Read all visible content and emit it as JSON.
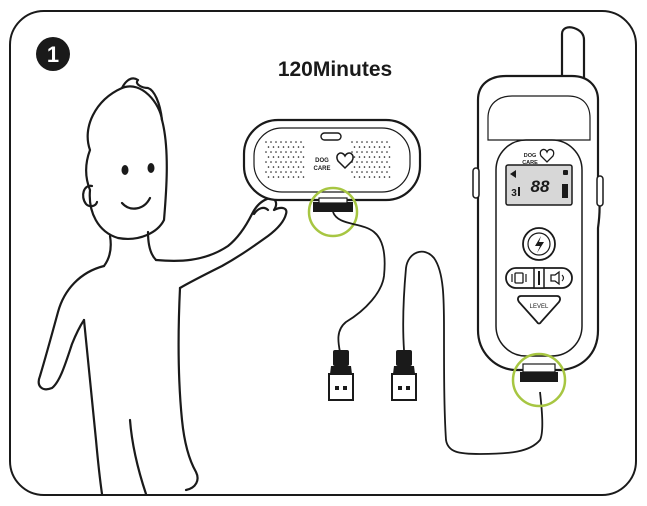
{
  "step": {
    "number": "1"
  },
  "title": "120Minutes",
  "collar": {
    "logo_line1": "DOG",
    "logo_line2": "CARE"
  },
  "remote": {
    "logo_line1": "DOG",
    "logo_line2": "CARE",
    "display_digits": "88",
    "display_channel": "3",
    "level_label": "LEVEL"
  },
  "colors": {
    "outline": "#1a1a1a",
    "highlight": "#a7c642",
    "screen": "#d7d7d7",
    "background": "#ffffff"
  },
  "icons": [
    "lightning-icon",
    "vibration-icon",
    "beep-icon",
    "lock-icon",
    "battery-icon",
    "signal-icon"
  ]
}
